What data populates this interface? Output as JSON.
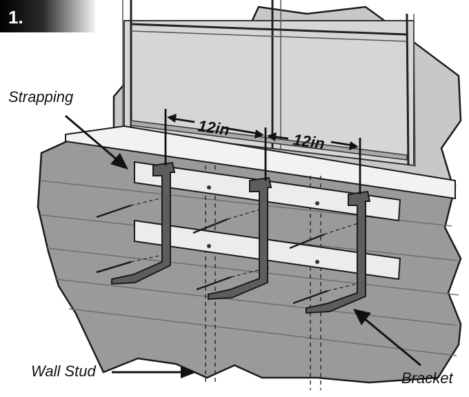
{
  "step_badge": "1.",
  "labels": {
    "strapping": "Strapping",
    "wall_stud": "Wall Stud",
    "bracket": "Bracket"
  },
  "dimensions": {
    "left_spacing": "12in",
    "right_spacing": "12in"
  },
  "colors": {
    "siding": "#9a9a9a",
    "siding_line": "#6e6e6e",
    "window_wall": "#c8c8c8",
    "strapping_board": "#ececec",
    "bracket": "#5d5d5d",
    "outline": "#1a1a1a"
  }
}
